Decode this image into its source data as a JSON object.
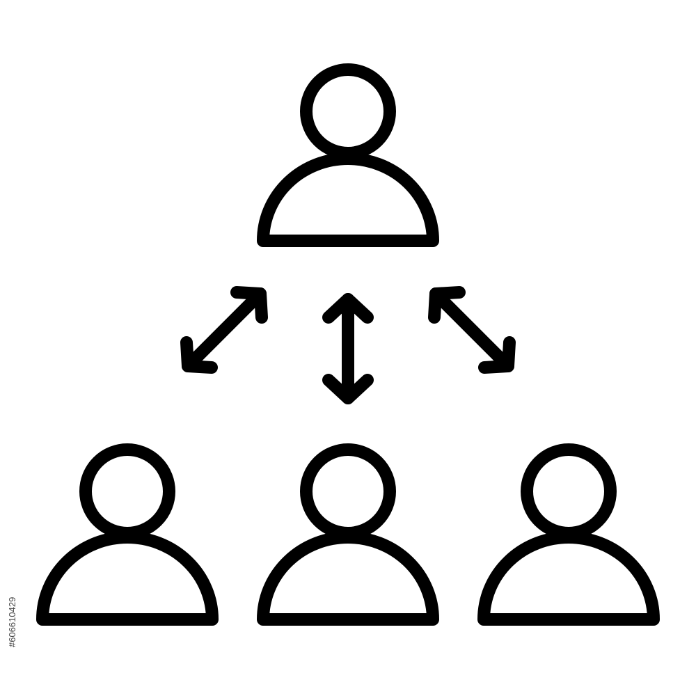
{
  "icon": {
    "name": "team-hierarchy-icon",
    "stroke_color": "#000000",
    "background_color": "#ffffff",
    "people": [
      "leader",
      "member-left",
      "member-center",
      "member-right"
    ],
    "arrows": [
      "arrow-left-diagonal",
      "arrow-vertical",
      "arrow-right-diagonal"
    ]
  },
  "watermark": {
    "stock_id": "#606610429"
  }
}
